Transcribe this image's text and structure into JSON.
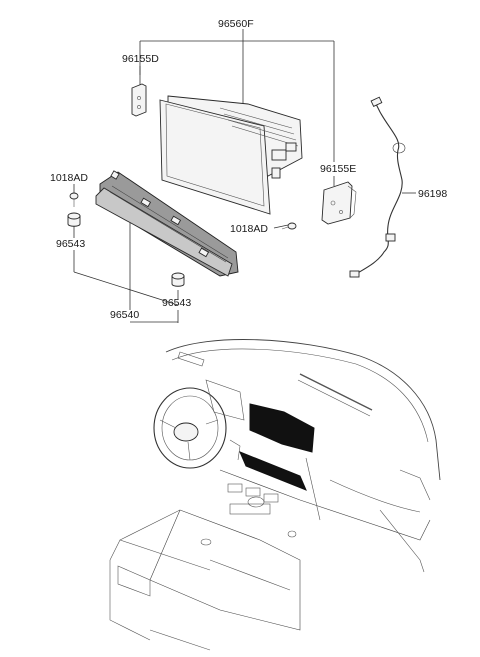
{
  "labels": {
    "head_unit": "96560F",
    "bracket_left": "96155D",
    "bracket_right": "96155E",
    "cable": "96198",
    "screw_left": "1018AD",
    "screw_right": "1018AD",
    "control_panel": "96540",
    "knob_left": "96543",
    "knob_right": "96543"
  }
}
